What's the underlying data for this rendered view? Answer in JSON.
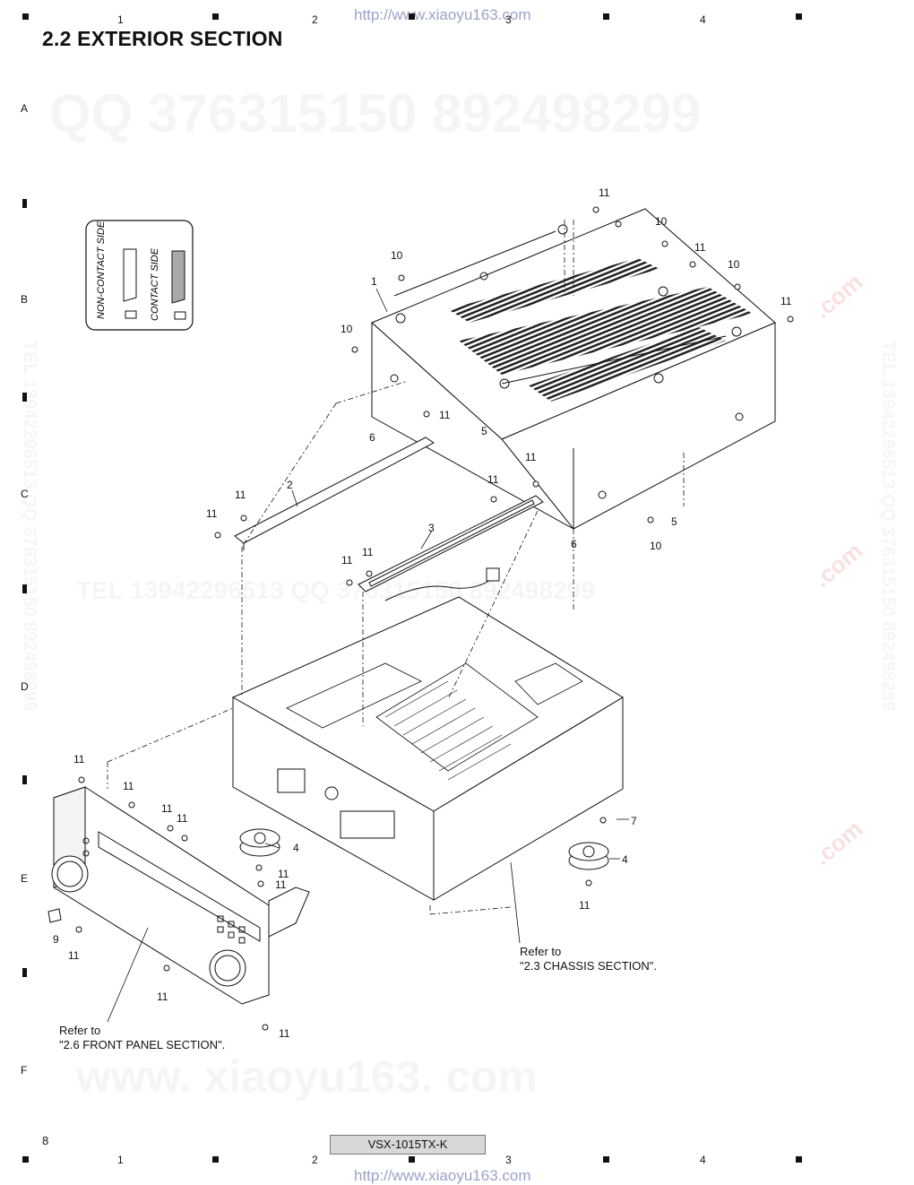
{
  "header": {
    "section_title": "2.2  EXTERIOR SECTION",
    "source_url": "http://www.xiaoyu163.com"
  },
  "grid": {
    "columns": [
      "1",
      "2",
      "3",
      "4"
    ],
    "rows": [
      "A",
      "B",
      "C",
      "D",
      "E",
      "F"
    ]
  },
  "watermarks": {
    "qq_line": "QQ 376315150    892498299",
    "tel_line": "TEL  13942296513    QQ  376315150  892498299",
    "side_tel": "TEL 13942296513  QQ 376315150  892498299",
    "site": "www. xiaoyu163. com",
    "side_logo": ".com"
  },
  "legend": {
    "non_contact_side": "NON-CONTACT SIDE",
    "contact_side": "CONTACT SIDE"
  },
  "callouts": {
    "c1": "1",
    "c2": "2",
    "c3": "3",
    "c4": "4",
    "c5": "5",
    "c6": "6",
    "c7": "7",
    "c9": "9",
    "c10": "10",
    "c11": "11"
  },
  "references": {
    "chassis": [
      "Refer to",
      "\"2.3 CHASSIS SECTION\"."
    ],
    "front_panel": [
      "Refer to",
      "\"2.6 FRONT PANEL SECTION\"."
    ]
  },
  "footer": {
    "page_number": "8",
    "model": "VSX-1015TX-K",
    "source_url": "http://www.xiaoyu163.com"
  }
}
